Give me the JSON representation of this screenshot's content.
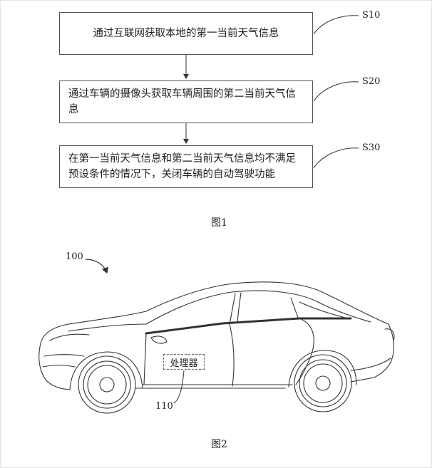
{
  "figure1": {
    "steps": [
      {
        "id": "S10",
        "text": "通过互联网获取本地的第一当前天气信息"
      },
      {
        "id": "S20",
        "text": "通过车辆的摄像头获取车辆周围的第二当前天气信息"
      },
      {
        "id": "S30",
        "text": "在第一当前天气信息和第二当前天气信息均不满足预设条件的情况下，关闭车辆的自动驾驶功能"
      }
    ],
    "caption": "图1"
  },
  "figure2": {
    "vehicle_ref": "100",
    "processor_label": "处理器",
    "processor_ref": "110",
    "caption": "图2"
  }
}
